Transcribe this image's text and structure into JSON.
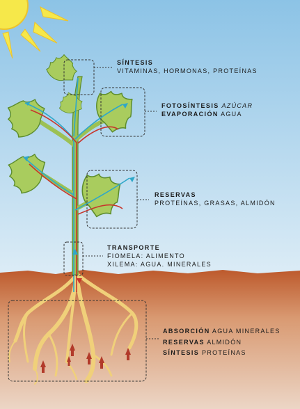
{
  "labels": {
    "sintesis_top": {
      "title": "SÍNTESIS",
      "detail": "VITAMINAS, HORMONAS, PROTEÍNAS"
    },
    "fotosintesis": {
      "title": "FOTOSÍNTESIS",
      "detail": "AZÚCAR"
    },
    "evaporacion": {
      "title": "EVAPORACIÓN",
      "detail": "AGUA"
    },
    "reservas_leaf": {
      "title": "RESERVAS",
      "detail": "PROTEÍNAS, GRASAS, ALMIDÓN"
    },
    "transporte": {
      "title": "TRANSPORTE",
      "line1": "FIOMELA: ALIMENTO",
      "line2": "XILEMA: AGUA. MINERALES"
    },
    "absorcion": {
      "title": "ABSORCIÓN",
      "detail": "AGUA MINERALES"
    },
    "reservas_root": {
      "title": "RESERVAS",
      "detail": "ALMIDÓN"
    },
    "sintesis_root": {
      "title": "SÍNTESIS",
      "detail": "PROTEÍNAS"
    }
  },
  "colors": {
    "sky_top": "#8cc3e6",
    "sky_bottom": "#dcecf6",
    "soil_top": "#bd5a2c",
    "soil_bottom": "#ecd6c6",
    "leaf": "#a9cc5e",
    "leaf_dark": "#5d8d2d",
    "root": "#f0d07a",
    "sun": "#f6e84a",
    "xylem": "#2ea7c9",
    "phloem": "#c8352c"
  },
  "icons": [
    "sun-icon",
    "plant-icon",
    "flow-arrow-icon"
  ]
}
